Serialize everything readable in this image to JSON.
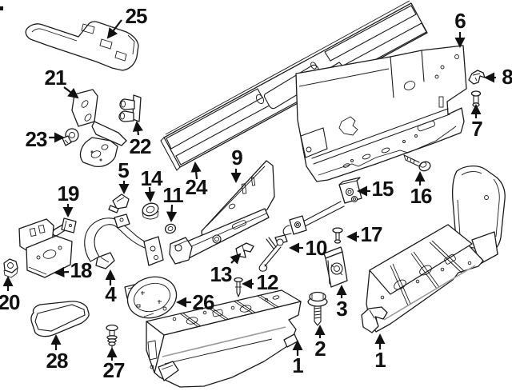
{
  "diagram": {
    "kind": "exploded-parts-diagram",
    "subject": "rear-step-bumper-assembly",
    "background_color": "#ffffff",
    "line_color": "#1c1c1c",
    "callout_color": "#111111",
    "callouts": [
      {
        "number": "25",
        "target": "step-pad-support-arm"
      },
      {
        "number": "21",
        "target": "mounting-bracket-upper-left"
      },
      {
        "number": "23",
        "target": "push-pin-fastener"
      },
      {
        "number": "22",
        "target": "double-prong-clip"
      },
      {
        "number": "19",
        "target": "latch-rod-clip"
      },
      {
        "number": "5",
        "target": "small-spring-clip"
      },
      {
        "number": "14",
        "target": "flange-nut"
      },
      {
        "number": "11",
        "target": "washer-ring"
      },
      {
        "number": "24",
        "target": "step-pad"
      },
      {
        "number": "9",
        "target": "side-support-bracket"
      },
      {
        "number": "6",
        "target": "inner-reinforcement-panel"
      },
      {
        "number": "8",
        "target": "retainer-clip"
      },
      {
        "number": "7",
        "target": "stud-pin"
      },
      {
        "number": "16",
        "target": "hex-flange-bolt"
      },
      {
        "number": "15",
        "target": "support-tube-assembly"
      },
      {
        "number": "17",
        "target": "push-pin"
      },
      {
        "number": "10",
        "target": "wire-form-hook"
      },
      {
        "number": "13",
        "target": "small-angle-bracket"
      },
      {
        "number": "12",
        "target": "rivet-pin"
      },
      {
        "number": "3",
        "target": "cage-nut"
      },
      {
        "number": "2",
        "target": "flange-bolt"
      },
      {
        "number": "1",
        "target": "bumper-face-bar-left-section"
      },
      {
        "number": "1",
        "target": "bumper-face-bar-right-section"
      },
      {
        "number": "18",
        "target": "frame-bracket-assembly"
      },
      {
        "number": "20",
        "target": "hex-flange-nut"
      },
      {
        "number": "4",
        "target": "tube-bracket-assembly"
      },
      {
        "number": "26",
        "target": "step-pad-insert-dish"
      },
      {
        "number": "28",
        "target": "small-step-pad"
      },
      {
        "number": "27",
        "target": "ribbed-push-clip"
      }
    ]
  }
}
